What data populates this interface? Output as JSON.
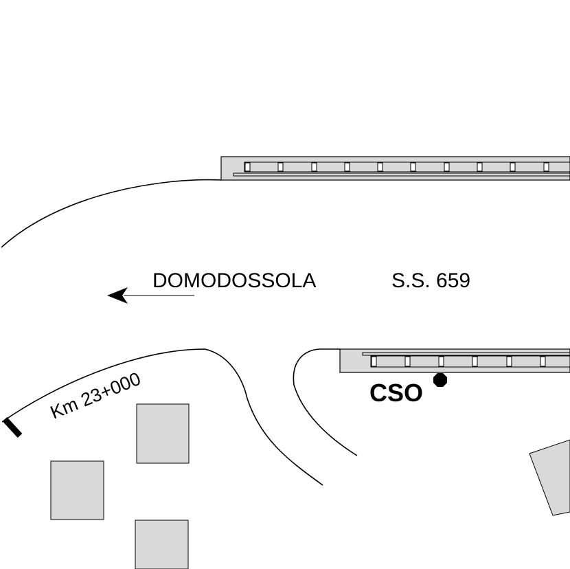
{
  "labels": {
    "direction": "DOMODOSSOLA",
    "road": "S.S. 659",
    "kilometer": "Km 23+000",
    "station": "CSO"
  },
  "icons": {
    "direction_arrow": "arrow-left-icon",
    "station_marker": "octagon-dot-icon",
    "km_marker": "tick-marker-icon"
  },
  "colors": {
    "line": "#000000",
    "fill": "#d9d9d9",
    "background": "#ffffff"
  }
}
